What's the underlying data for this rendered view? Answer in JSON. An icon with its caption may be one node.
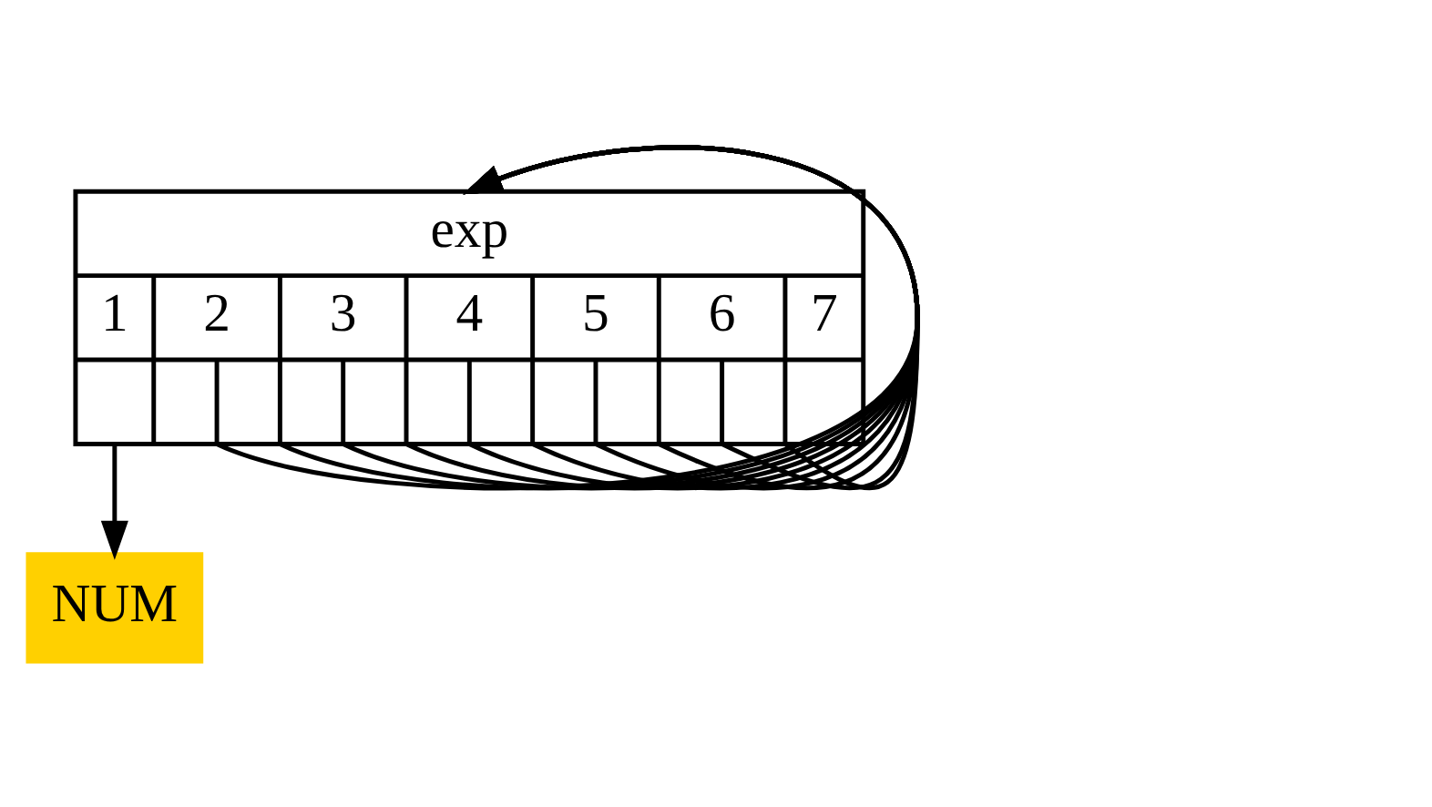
{
  "diagram": {
    "nodes": [
      {
        "text": [
          "exp",
          "1",
          "2",
          "3",
          "4",
          "5",
          "6",
          "7"
        ]
      },
      {
        "text": [
          "NUM"
        ]
      }
    ],
    "edges": [
      {
        "from": 0,
        "to": 1,
        "arrow": "to"
      },
      {
        "from": 0,
        "to": 0,
        "arrow": "to"
      },
      {
        "from": 0,
        "to": 0,
        "arrow": "to"
      },
      {
        "from": 0,
        "to": 0,
        "arrow": "to"
      },
      {
        "from": 0,
        "to": 0,
        "arrow": "to"
      },
      {
        "from": 0,
        "to": 0,
        "arrow": "to"
      },
      {
        "from": 0,
        "to": 0,
        "arrow": "to"
      },
      {
        "from": 0,
        "to": 0,
        "arrow": "to"
      },
      {
        "from": 0,
        "to": 0,
        "arrow": "to"
      },
      {
        "from": 0,
        "to": 0,
        "arrow": "to"
      },
      {
        "from": 0,
        "to": 0,
        "arrow": "to"
      }
    ]
  }
}
